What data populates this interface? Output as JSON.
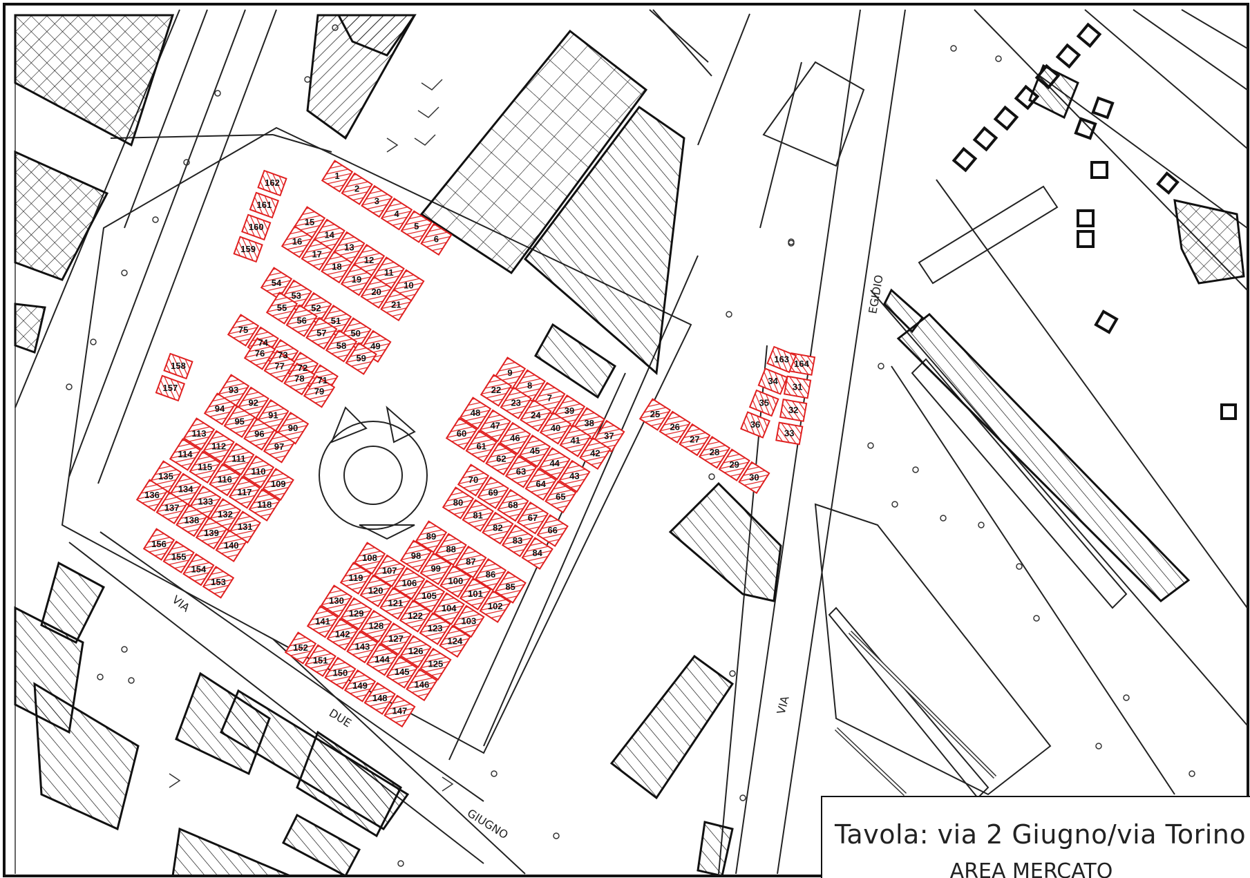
{
  "title_block": {
    "line1": "Tavola: via 2 Giugno/via Torino",
    "line2": "AREA MERCATO"
  },
  "street_labels": [
    "VIA",
    "DUE",
    "GIUGNO",
    "VIA",
    "EGIDIO"
  ],
  "colors": {
    "stall_outline": "#e02020",
    "stall_hatch": "#e02020",
    "building_outline": "#111111",
    "street_line": "#222222"
  },
  "stalls": {
    "row_01": [
      "1",
      "2",
      "3",
      "4",
      "5",
      "6"
    ],
    "row_02": [
      "15",
      "14",
      "13",
      "12",
      "11",
      "10"
    ],
    "row_03": [
      "16",
      "17",
      "18",
      "19",
      "20",
      "21"
    ],
    "row_04": [
      "54",
      "53",
      "52",
      "51",
      "50",
      "49"
    ],
    "row_05": [
      "55",
      "56",
      "57",
      "58",
      "59"
    ],
    "row_06": [
      "75",
      "74",
      "73",
      "72",
      "71"
    ],
    "row_07": [
      "76",
      "77",
      "78",
      "79"
    ],
    "row_08": [
      "162",
      "161",
      "160",
      "159"
    ],
    "row_09": [
      "158",
      "157"
    ],
    "row_10": [
      "93",
      "92",
      "91",
      "90"
    ],
    "row_11": [
      "94",
      "95",
      "96",
      "97"
    ],
    "row_12": [
      "113",
      "112",
      "111",
      "110",
      "109"
    ],
    "row_13": [
      "114",
      "115",
      "116",
      "117",
      "118"
    ],
    "row_14": [
      "135",
      "134",
      "133",
      "132",
      "131"
    ],
    "row_15": [
      "136",
      "137",
      "138",
      "139",
      "140"
    ],
    "row_16": [
      "156",
      "155",
      "154",
      "153"
    ],
    "row_17": [
      "9",
      "8",
      "7",
      "39",
      "38",
      "37"
    ],
    "row_18": [
      "22",
      "23",
      "24",
      "40",
      "41",
      "42"
    ],
    "row_19": [
      "48",
      "47",
      "46",
      "45",
      "44",
      "43"
    ],
    "row_20": [
      "60",
      "61",
      "62",
      "63",
      "64",
      "65"
    ],
    "row_21": [
      "70",
      "69",
      "68",
      "67",
      "66"
    ],
    "row_22": [
      "80",
      "81",
      "82",
      "83",
      "84"
    ],
    "row_23": [
      "89",
      "88",
      "87",
      "86",
      "85"
    ],
    "row_24": [
      "98",
      "99",
      "100",
      "101",
      "102"
    ],
    "row_25": [
      "108",
      "107",
      "106",
      "105",
      "104",
      "103"
    ],
    "row_26": [
      "119",
      "120",
      "121",
      "122",
      "123",
      "124"
    ],
    "row_27": [
      "130",
      "129",
      "128",
      "127",
      "126",
      "125"
    ],
    "row_28": [
      "141",
      "142",
      "143",
      "144",
      "145",
      "146"
    ],
    "row_29": [
      "152",
      "151",
      "150",
      "149",
      "148",
      "147"
    ],
    "row_30": [
      "25",
      "26",
      "27",
      "28",
      "29",
      "30"
    ],
    "row_31": [
      "164",
      "31",
      "32",
      "33"
    ],
    "row_32": [
      "36",
      "35",
      "34",
      "163"
    ]
  }
}
